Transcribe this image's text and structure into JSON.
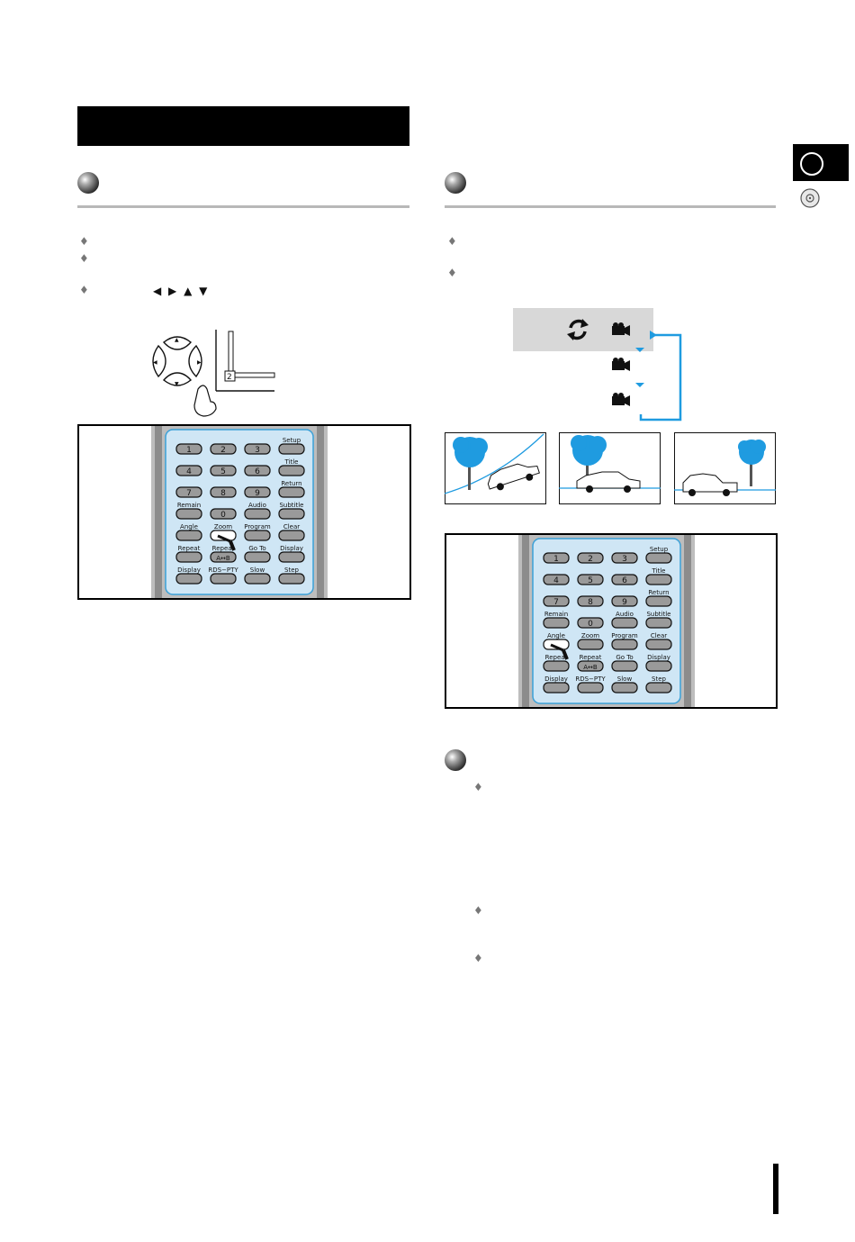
{
  "page": {
    "arrows": "◀ ▶ ▲ ▼",
    "zoom_number": "2"
  },
  "remote": {
    "rows": [
      [
        {
          "top": "",
          "key": "1"
        },
        {
          "top": "",
          "key": "2"
        },
        {
          "top": "",
          "key": "3"
        },
        {
          "top": "Setup",
          "key": ""
        }
      ],
      [
        {
          "top": "",
          "key": "4"
        },
        {
          "top": "",
          "key": "5"
        },
        {
          "top": "",
          "key": "6"
        },
        {
          "top": "Title",
          "key": ""
        }
      ],
      [
        {
          "top": "",
          "key": "7"
        },
        {
          "top": "",
          "key": "8"
        },
        {
          "top": "",
          "key": "9"
        },
        {
          "top": "Return",
          "key": ""
        }
      ],
      [
        {
          "top": "Remain",
          "key": ""
        },
        {
          "top": "",
          "key": "0"
        },
        {
          "top": "Audio",
          "key": ""
        },
        {
          "top": "Subtitle",
          "key": ""
        }
      ],
      [
        {
          "top": "Angle",
          "key": ""
        },
        {
          "top": "Zoom",
          "key": ""
        },
        {
          "top": "Program",
          "key": ""
        },
        {
          "top": "Clear",
          "key": ""
        }
      ],
      [
        {
          "top": "Repeat",
          "key": ""
        },
        {
          "top": "Repeat",
          "key": "A↔B"
        },
        {
          "top": "Go To",
          "key": ""
        },
        {
          "top": "Display",
          "key": ""
        }
      ],
      [
        {
          "top": "Display",
          "key": ""
        },
        {
          "top": "RDS−PTY",
          "key": ""
        },
        {
          "top": "Slow",
          "key": ""
        },
        {
          "top": "Step",
          "key": ""
        }
      ]
    ]
  },
  "colors": {
    "remote_panel": "#cfe6f5",
    "panel_border": "#3aa0d8",
    "key_fill": "#9a9a9a",
    "tree": "#1f9be0",
    "arrow": "#1f9be0",
    "angle_bg": "#d8d8d8"
  },
  "icons": [
    "repeat-icon",
    "camera-icon",
    "disc-icon",
    "hand-icon",
    "tree-icon",
    "car-icon"
  ]
}
